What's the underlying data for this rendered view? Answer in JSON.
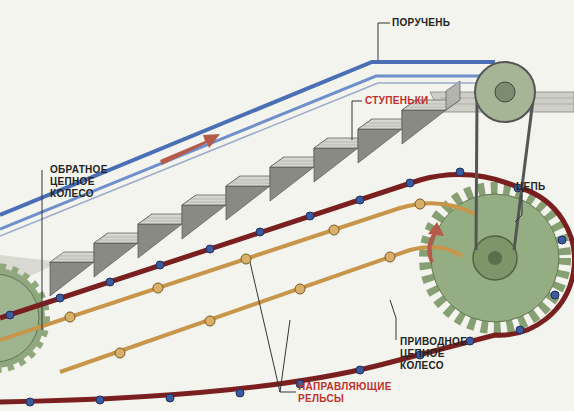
{
  "diagram": {
    "labels": [
      "ПОРУЧЕНЬ",
      "СТУПЕНЬКИ",
      "ОБРАТНОЕ ЦЕПНОЕ КОЛЕСО",
      "ЦЕПЬ",
      "ПРИВОДНОЕ ЦЕПНОЕ КОЛЕСО",
      "НАПРАВЛЯЮЩИЕ РЕЛЬСЫ"
    ]
  }
}
